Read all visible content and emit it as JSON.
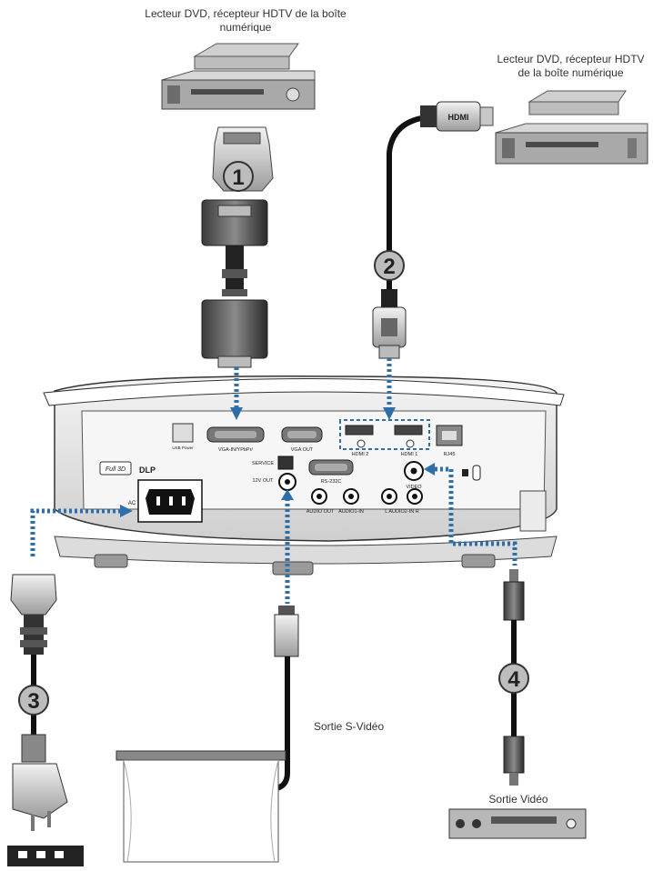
{
  "captions": {
    "dvd_top": "Lecteur DVD, récepteur HDTV de la boîte numérique",
    "dvd_right": "Lecteur DVD, récepteur HDTV de la boîte numérique",
    "svideo_out": "Sortie S-Vidéo",
    "video_out": "Sortie Vidéo"
  },
  "callouts": [
    "1",
    "2",
    "3",
    "4"
  ],
  "hdmi_plug_text": "HDMI",
  "ports": {
    "vga_in": "VGA-IN/YPbPr/",
    "vga_out": "VGA OUT",
    "hdmi2": "HDMI 2",
    "hdmi1": "HDMI 1",
    "rj45": "RJ45",
    "usb_power": "USB Power",
    "service": "SERVICE",
    "out_12v": "12V OUT",
    "rs232": "RS-232C",
    "video": "VIDEO",
    "audio_out": "AUDIO OUT",
    "audio1_in": "AUDIO1-IN",
    "audio2_in": "L  AUDIO2-IN  R",
    "ac": "AC"
  },
  "logos": {
    "full3d": "Full 3D",
    "dlp": "DLP"
  },
  "colors": {
    "dotted_line": "#2f6ea8",
    "cable": "#1a1a1a",
    "device": "#9a9a9a",
    "projector": "#e9e9e9"
  }
}
